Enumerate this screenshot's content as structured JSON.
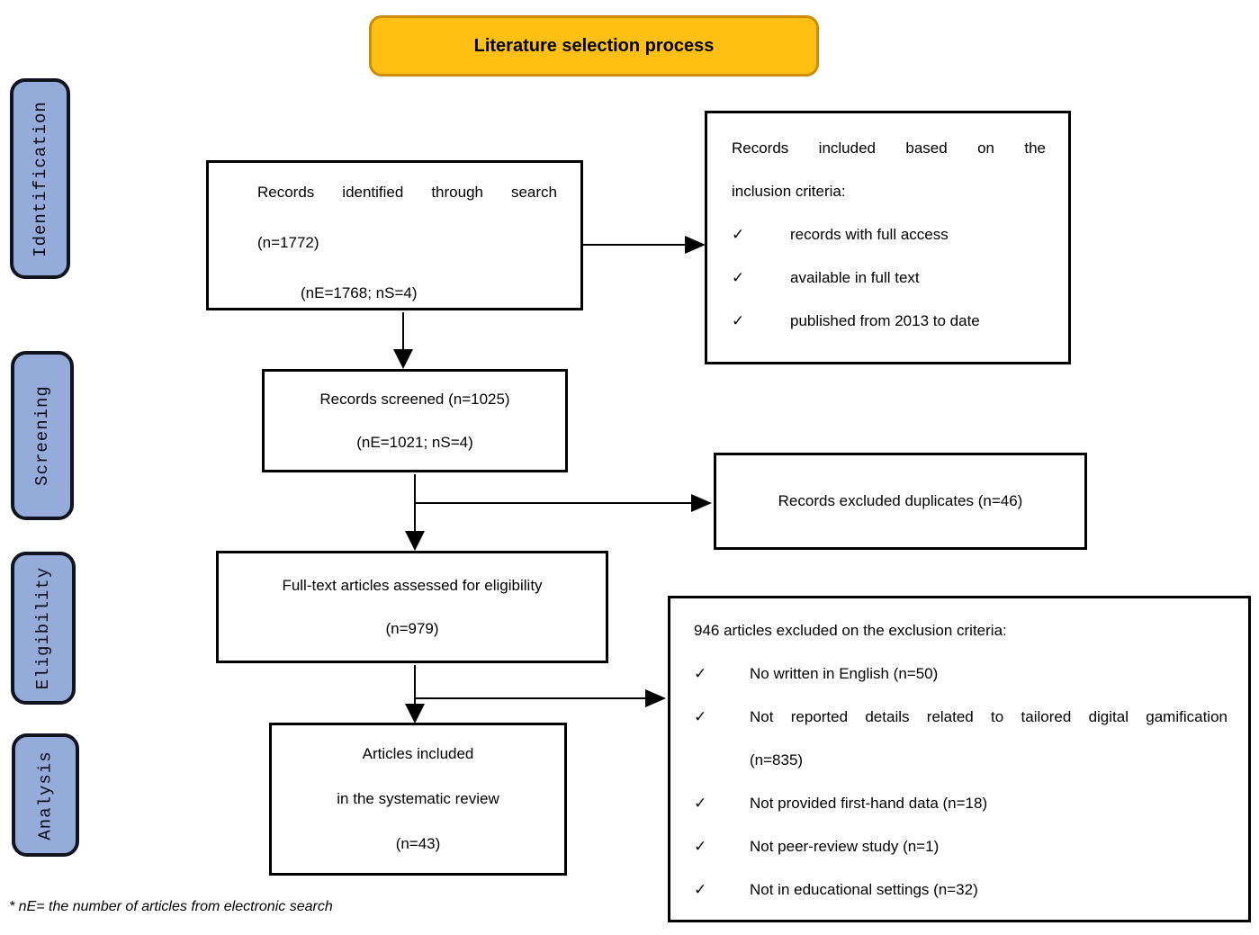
{
  "title": "Literature selection process",
  "stages": [
    "Identification",
    "Screening",
    "Eligibility",
    "Analysis"
  ],
  "icons": {
    "check": "✓"
  },
  "colors": {
    "title_fill": "#FFC013",
    "title_border": "#CE8B00",
    "stage_fill": "#95ACDB",
    "stage_border": "#11131F",
    "box_border": "#000000",
    "text": "#000000"
  },
  "boxes": {
    "identified": {
      "line1": "Records identified through search",
      "line2": "(n=1772)",
      "line3": "(nE=1768; nS=4)"
    },
    "inclusion": {
      "intro_line1": "Records included based on the",
      "intro_line2": "inclusion criteria:",
      "items": [
        "records with full access",
        "available in full text",
        "published from 2013 to date"
      ]
    },
    "screened": {
      "line1": "Records screened (n=1025)",
      "line2": "(nE=1021; nS=4)"
    },
    "duplicates": {
      "text": "Records excluded duplicates (n=46)"
    },
    "eligibility": {
      "line1": "Full-text articles assessed for eligibility",
      "line2": "(n=979)"
    },
    "included": {
      "line1": "Articles included",
      "line2": "in the systematic review",
      "line3": "(n=43)"
    },
    "exclusion": {
      "intro": "946 articles excluded on the exclusion criteria:",
      "items": [
        "No written in English (n=50)",
        {
          "line1": "Not reported details related to tailored digital gamification",
          "line2": "(n=835)"
        },
        "Not provided first-hand data (n=18)",
        "Not peer-review study (n=1)",
        "Not in educational settings (n=32)"
      ]
    }
  },
  "footnote": "* nE= the number of articles from electronic search"
}
